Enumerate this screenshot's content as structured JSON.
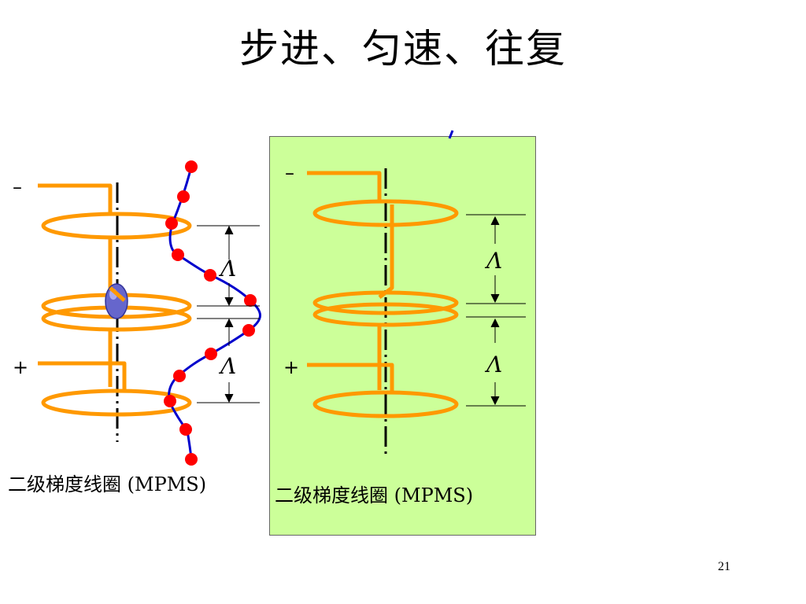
{
  "title": "步进、匀速、往复",
  "left_diagram": {
    "minus_sign": "–",
    "plus_sign": "+",
    "lambda_upper": "Λ",
    "lambda_lower": "Λ",
    "caption": "二级梯度线圈 (MPMS)"
  },
  "right_diagram": {
    "minus_sign": "–",
    "plus_sign": "+",
    "lambda_upper": "Λ",
    "lambda_lower": "Λ",
    "caption": "二级梯度线圈 (MPMS)"
  },
  "colors": {
    "coil": "#ff9900",
    "signal_curve": "#0000cc",
    "signal_dots": "#ff0000",
    "panel_bg": "#ccff99",
    "sample": "#6666cc"
  },
  "slide_number": "21"
}
